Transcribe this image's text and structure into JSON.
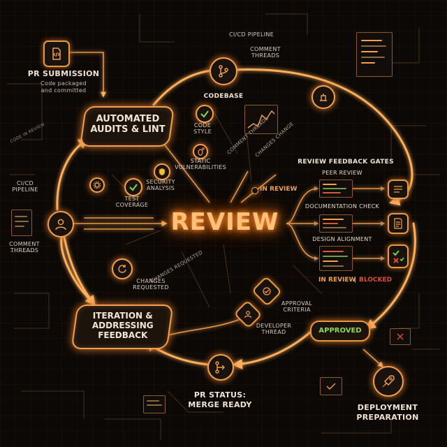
{
  "center": {
    "title": "REVIEW"
  },
  "nodes": {
    "pr_submission": {
      "title": "PR SUBMISSION",
      "desc_line1": "Code packaged",
      "desc_line2": "and committed"
    },
    "audits": {
      "line1": "AUTOMATED",
      "line2": "AUDITS & LINT"
    },
    "iteration": {
      "line1": "ITERATION &",
      "line2": "ADDRESSING",
      "line3": "FEEDBACK"
    },
    "codebase": {
      "title": "CODEBASE"
    },
    "pr_status": {
      "line1": "PR STATUS:",
      "line2": "MERGE READY"
    },
    "deployment": {
      "line1": "DEPLOYMENT",
      "line2": "PREPARATION"
    },
    "approved": {
      "label": "APPROVED"
    }
  },
  "checks": {
    "code_style": {
      "line1": "CODE",
      "line2": "STYLE"
    },
    "static_vuln": {
      "line1": "STATIC",
      "line2": "VULNERABILITIES"
    },
    "security": {
      "line1": "SECURITY",
      "line2": "ANALYSIS"
    },
    "test_coverage": {
      "line1": "TEST",
      "line2": "COVERAGE"
    }
  },
  "gates": {
    "title": "REVIEW FEEDBACK GATES",
    "items": [
      "PEER REVIEW",
      "DOCUMENTATION CHECK",
      "DESIGN ALIGNMENT"
    ],
    "status_in_review": "IN REVIEW",
    "status_blocked": "BLOCKED",
    "separator": "|"
  },
  "side_labels": {
    "cicd_top": "CI/CD PIPELINE",
    "comment_top_line1": "COMMENT",
    "comment_top_line2": "THREADS",
    "cicd_left_line1": "CI/CD",
    "cicd_left_line2": "PIPELINE",
    "comment_left_line1": "COMMENT",
    "comment_left_line2": "THREADS",
    "changes_requested_a": "CHANGES REQUESTED",
    "changes_requested_b_line1": "CHANGES",
    "changes_requested_b_line2": "REQUESTED",
    "approval_line1": "APPROVAL",
    "approval_line2": "CRITERIA",
    "developer_line1": "DEVELOPER",
    "developer_line2": "THREAD",
    "in_review_mid": "IN REVIEW",
    "comment_diag": "COMMENT THREADS",
    "changes_diag": "CHANGES CHANGE",
    "tiny_left": "CODE IN REVIEW"
  },
  "colors": {
    "accent": "#f0a050",
    "glow": "#ff8a2a",
    "check_green": "#7ccf4a",
    "blocked_red": "#e04a3a",
    "in_review_orange": "#f2a04a"
  }
}
